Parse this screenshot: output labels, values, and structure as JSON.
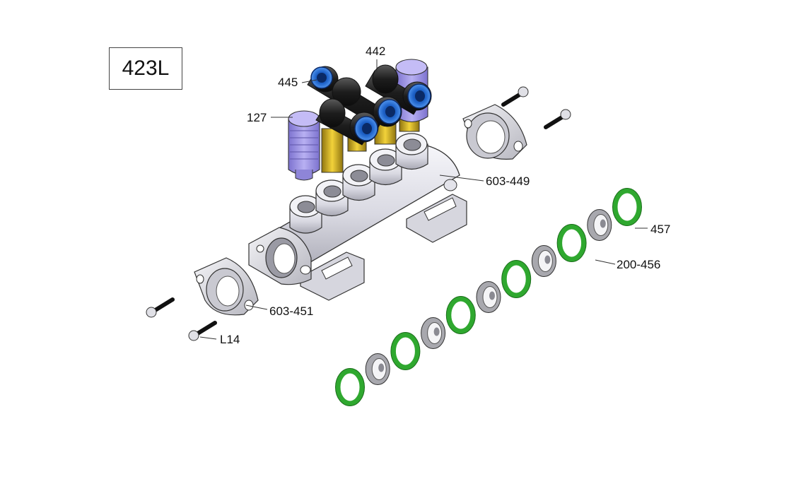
{
  "model_label": "423L",
  "callouts": {
    "c442": "442",
    "c445": "445",
    "c127": "127",
    "c603_449": "603-449",
    "c457": "457",
    "c200_456": "200-456",
    "c603_451": "603-451",
    "cL14": "L14"
  },
  "colors": {
    "fitting_black": "#1f1f1f",
    "fitting_blue": "#1e62c8",
    "muffler_purple": "#9a90e0",
    "brass_yellow": "#c9a81e",
    "body_grey": "#e8e8ee",
    "oring_green": "#2fa82f",
    "sleeve_grey": "#a8a8ae",
    "line": "#333333"
  }
}
